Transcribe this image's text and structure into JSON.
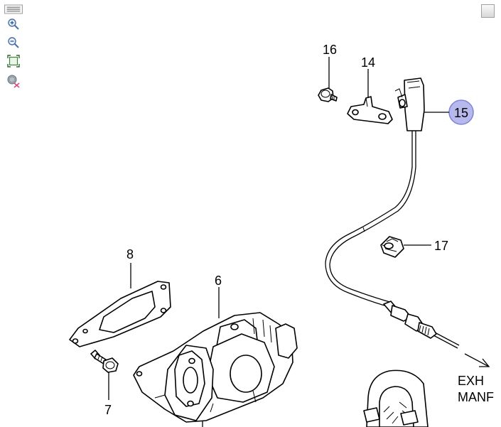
{
  "toolbar": {
    "items": [
      {
        "name": "menu",
        "icon": "menu-icon"
      },
      {
        "name": "zoom-in",
        "icon": "zoom-in-icon"
      },
      {
        "name": "zoom-out",
        "icon": "zoom-out-icon"
      },
      {
        "name": "fit-to-window",
        "icon": "fit-window-icon"
      },
      {
        "name": "reset-zoom",
        "icon": "zoom-reset-icon"
      }
    ]
  },
  "corner_button": {
    "icon": "maximize-icon"
  },
  "callouts": {
    "c16": "16",
    "c14": "14",
    "c15": "15",
    "c17": "17",
    "c8": "8",
    "c6": "6",
    "c7": "7"
  },
  "annotation": {
    "line1": "EXH",
    "line2": "MANF"
  },
  "colors": {
    "highlight_fill": "#b7b9ec",
    "highlight_stroke": "#7f83d8"
  }
}
